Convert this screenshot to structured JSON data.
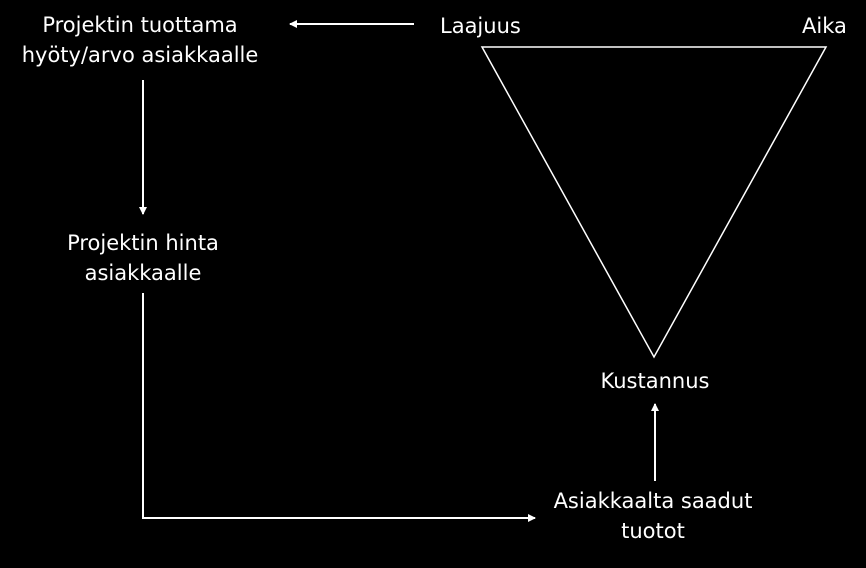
{
  "colors": {
    "background": "#000000",
    "foreground": "#ffffff"
  },
  "labels": {
    "value_line1": "Projektin tuottama",
    "value_line2": "hyöty/arvo asiakkaalle",
    "price_line1": "Projektin hinta",
    "price_line2": "asiakkaalle",
    "scope": "Laajuus",
    "time": "Aika",
    "cost": "Kustannus",
    "revenue_line1": "Asiakkaalta saadut",
    "revenue_line2": "tuotot"
  }
}
